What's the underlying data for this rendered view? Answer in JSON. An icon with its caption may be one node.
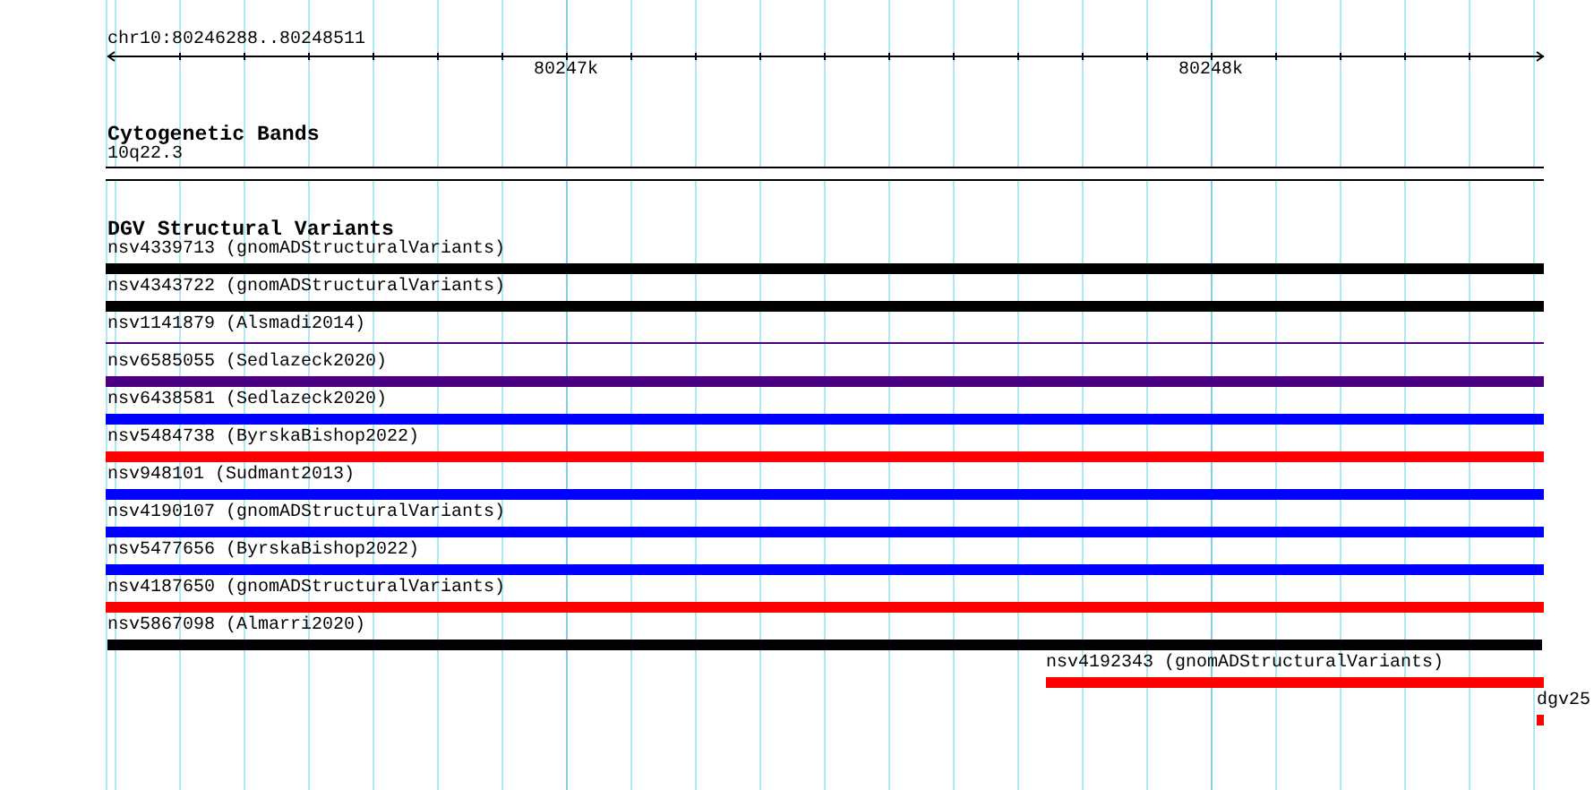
{
  "diagram": {
    "nodes": [
      {
        "text": [
          "10q22.3"
        ]
      },
      {
        "text": [
          "nsv4339713 (gnomADStructuralVariants)"
        ]
      },
      {
        "text": [
          "nsv4343722 (gnomADStructuralVariants)"
        ]
      },
      {
        "text": [
          "nsv1141879 (Alsmadi2014)"
        ]
      },
      {
        "text": [
          "nsv6585055 (Sedlazeck2020)"
        ]
      },
      {
        "text": [
          "nsv6438581 (Sedlazeck2020)"
        ]
      },
      {
        "text": [
          "nsv5484738 (ByrskaBishop2022)"
        ]
      },
      {
        "text": [
          "nsv948101 (Sudmant2013)"
        ]
      },
      {
        "text": [
          "nsv4190107 (gnomADStructuralVariants)"
        ]
      },
      {
        "text": [
          "nsv5477656 (ByrskaBishop2022)"
        ]
      },
      {
        "text": [
          "nsv4187650 (gnomADStructuralVariants)"
        ]
      },
      {
        "text": [
          "nsv5867098 (Almarri2020)"
        ]
      },
      {
        "text": [
          "nsv4192343 (gnomADStructuralVariants)"
        ]
      },
      {
        "text": [
          "dgv25"
        ]
      }
    ],
    "labels": [
      "chr10:80246288..80248511",
      "80247k",
      "80248k",
      "Cytogenetic Bands",
      "DGV Structural Variants"
    ]
  }
}
